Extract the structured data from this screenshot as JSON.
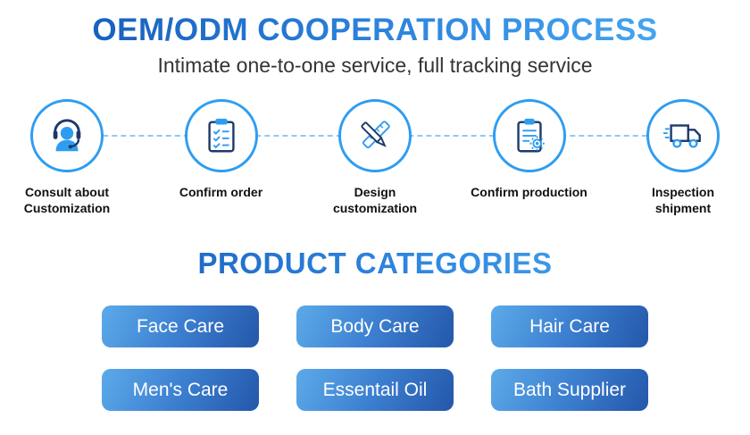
{
  "header": {
    "title": "OEM/ODM COOPERATION PROCESS",
    "subtitle": "Intimate one-to-one service, full tracking service"
  },
  "process": {
    "steps": [
      {
        "label": "Consult about Customization",
        "icon": "headset-agent-icon"
      },
      {
        "label": "Confirm order",
        "icon": "clipboard-checklist-icon"
      },
      {
        "label": "Design customization",
        "icon": "pencil-ruler-icon"
      },
      {
        "label": "Confirm production",
        "icon": "clipboard-gear-icon"
      },
      {
        "label": "Inspection shipment",
        "icon": "delivery-truck-icon"
      }
    ]
  },
  "categories": {
    "title": "PRODUCT CATEGORIES",
    "items": [
      "Face Care",
      "Body Care",
      "Hair Care",
      "Men's Care",
      "Essentail Oil",
      "Bath Supplier"
    ]
  },
  "colors": {
    "title_gradient_start": "#1256b4",
    "title_gradient_end": "#4db1f5",
    "process_accent_blue": "#2e9df1",
    "icon_dark_navy": "#1b3a6b",
    "connector_blue": "#8ec9f5",
    "button_gradient_start": "#5caae9",
    "button_gradient_end": "#2457aa",
    "button_text": "#ffffff",
    "subtitle_text": "#333333"
  }
}
